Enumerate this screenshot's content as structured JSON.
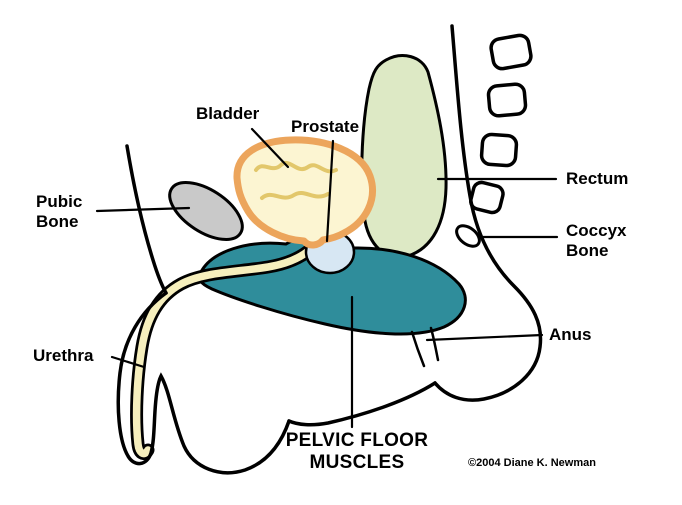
{
  "diagram": {
    "copyright": "©2004 Diane K. Newman",
    "labels": {
      "bladder": "Bladder",
      "prostate": "Prostate",
      "pubic_bone": "Pubic\nBone",
      "rectum": "Rectum",
      "coccyx_bone": "Coccyx\nBone",
      "anus": "Anus",
      "urethra": "Urethra",
      "pelvic_floor": "PELVIC FLOOR\nMUSCLES"
    },
    "colors": {
      "outline": "#000000",
      "bladder_fill": "#fcf5d2",
      "bladder_stroke": "#eca55c",
      "bladder_inner_line": "#e2c76b",
      "rectum_fill": "#dde9c5",
      "muscle_fill": "#2f8d9b",
      "pubic_bone_fill": "#c9c9c9",
      "prostate_fill": "#d7e7f3",
      "urethra_fill": "#f6efbd",
      "bone_fill": "#ffffff",
      "background": "#ffffff"
    }
  }
}
